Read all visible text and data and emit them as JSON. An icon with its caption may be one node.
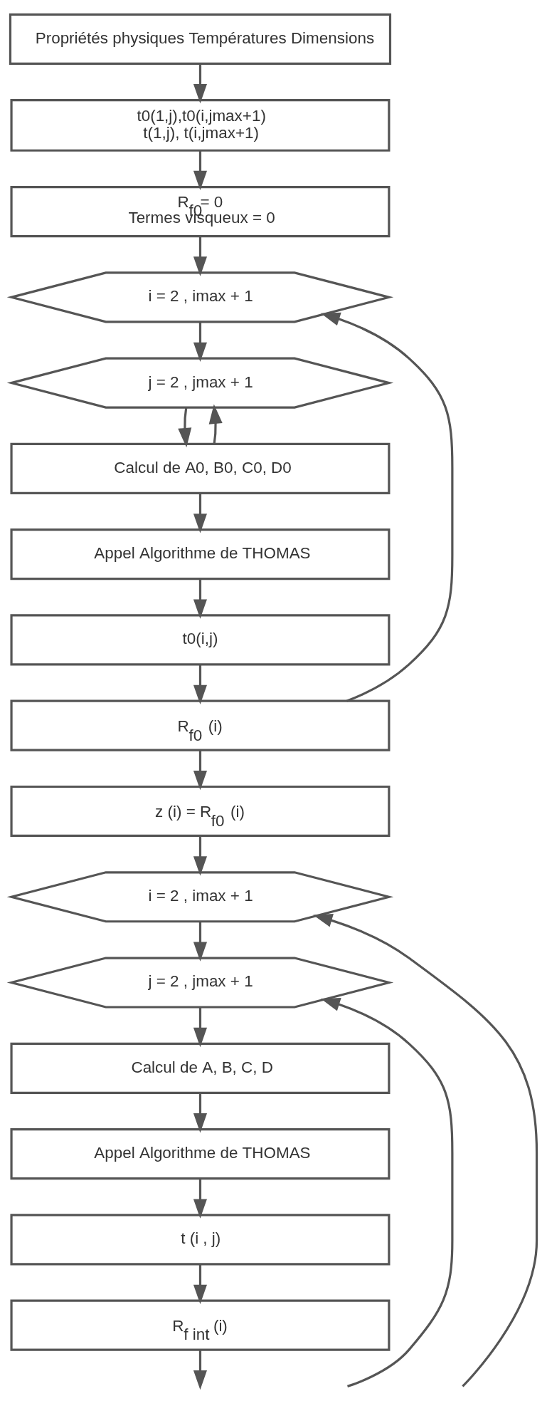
{
  "diagram": {
    "nodes": [
      {
        "text": [
          "Propriétés physiques Températures Dimensions"
        ]
      },
      {
        "text": [
          "t0(1,j),t0(i,jmax+1)",
          "t(1,j), t(i,jmax+1)"
        ]
      },
      {
        "text": [
          "R$_{f0}$= 0",
          "Termes visqueux = 0"
        ]
      },
      {
        "text": [
          "i = 2 , imax + 1"
        ]
      },
      {
        "text": [
          "j = 2 , jmax + 1"
        ]
      },
      {
        "text": [
          "Calcul de A0, B0, C0, D0"
        ]
      },
      {
        "text": [
          "Appel Algorithme de THOMAS"
        ]
      },
      {
        "text": [
          "t0(i,j)"
        ]
      },
      {
        "text": [
          "R$_{f0}$ (i)"
        ]
      },
      {
        "text": [
          "z (i) = R$_{f0}$ (i)"
        ]
      },
      {
        "text": [
          "i = 2 , imax + 1"
        ]
      },
      {
        "text": [
          "j = 2 , jmax + 1"
        ]
      },
      {
        "text": [
          "Calcul de A, B, C, D"
        ]
      },
      {
        "text": [
          "Appel Algorithme de THOMAS"
        ]
      },
      {
        "text": [
          "t (i , j)"
        ]
      },
      {
        "text": [
          "R$_{f int}$ (i)"
        ]
      }
    ],
    "edges": [
      {
        "from": 0,
        "to": 1,
        "arrow": "to"
      },
      {
        "from": 1,
        "to": 2,
        "arrow": "to"
      },
      {
        "from": 2,
        "to": 3,
        "arrow": "to"
      },
      {
        "from": 3,
        "to": 4,
        "arrow": "to"
      },
      {
        "from": 4,
        "to": 5,
        "arrow": "to"
      },
      {
        "from": 5,
        "to": 4,
        "arrow": "to"
      },
      {
        "from": 5,
        "to": 6,
        "arrow": "to"
      },
      {
        "from": 6,
        "to": 7,
        "arrow": "to"
      },
      {
        "from": 7,
        "to": 8,
        "arrow": "to"
      },
      {
        "from": 8,
        "to": 3,
        "arrow": "to"
      },
      {
        "from": 8,
        "to": 9,
        "arrow": "to"
      },
      {
        "from": 9,
        "to": 10,
        "arrow": "to"
      },
      {
        "from": null,
        "to": 10,
        "arrow": "to"
      },
      {
        "from": 10,
        "to": 11,
        "arrow": "to"
      },
      {
        "from": null,
        "to": 11,
        "arrow": "to"
      },
      {
        "from": 11,
        "to": 12,
        "arrow": "to"
      },
      {
        "from": 12,
        "to": 13,
        "arrow": "to"
      },
      {
        "from": 13,
        "to": 14,
        "arrow": "to"
      },
      {
        "from": 14,
        "to": 15,
        "arrow": "to"
      },
      {
        "from": 15,
        "to": null,
        "arrow": "to"
      }
    ]
  }
}
